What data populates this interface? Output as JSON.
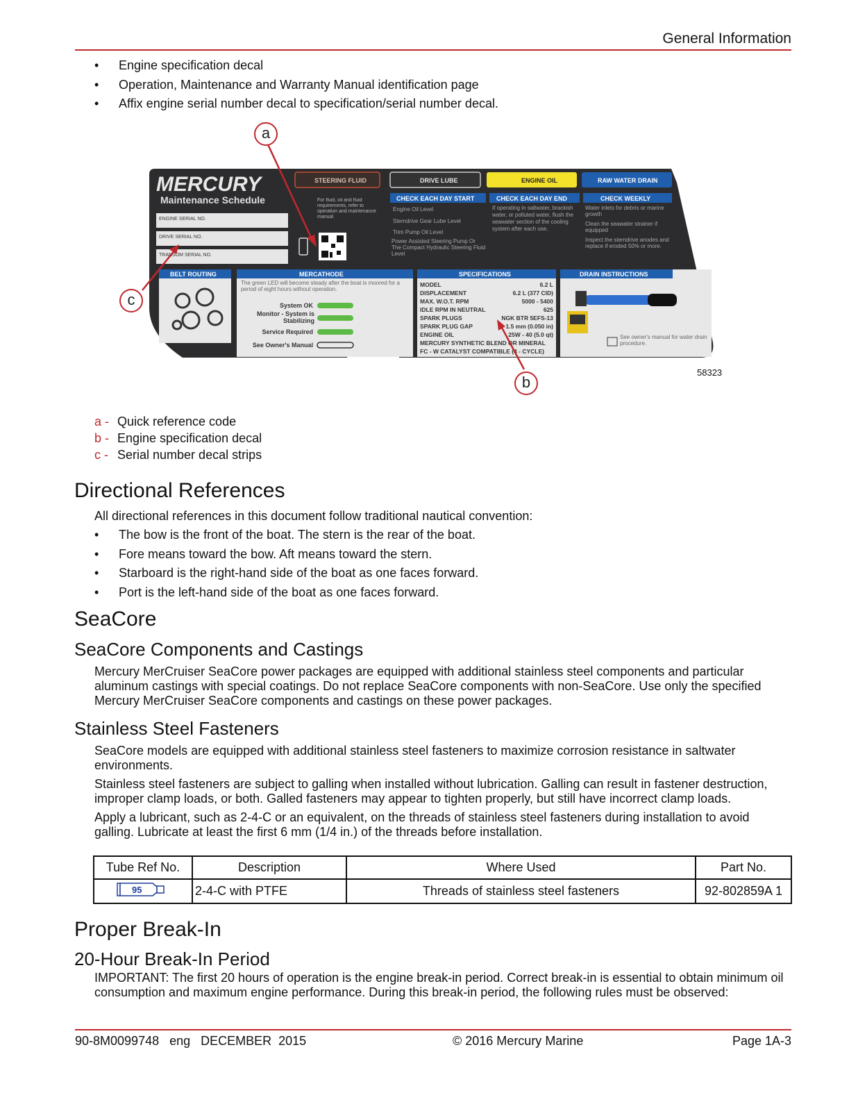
{
  "header": {
    "section_title": "General Information"
  },
  "intro_bullets": [
    "Engine specification decal",
    "Operation, Maintenance and Warranty Manual identification page",
    "Affix engine serial number decal to specification/serial number decal."
  ],
  "figure": {
    "callouts": {
      "a": "a",
      "b": "b",
      "c": "c"
    },
    "figure_number": "58323",
    "decal": {
      "brand": "MERCURY",
      "subtitle": "Maintenance Schedule",
      "serial_fields": [
        "ENGINE SERIAL NO.",
        "DRIVE SERIAL NO.",
        "TRANSOM SERIAL NO."
      ],
      "qr_text": "For fluid, oil and fluid requirements, refer to operation and maintenance manual.",
      "fluids": [
        "STEERING FLUID",
        "DRIVE LUBE",
        "ENGINE OIL",
        "RAW WATER DRAIN"
      ],
      "check_start": {
        "title": "CHECK EACH DAY START",
        "items": [
          "Engine Oil Level",
          "Sterndrive Gear Lube Level",
          "Trim Pump Oil Level",
          "Power Assisted Steering Pump Or The Compact Hydraulic Steering Fluid Level"
        ]
      },
      "check_end": {
        "title": "CHECK EACH DAY END",
        "text": "If operating in saltwater, brackish water, or polluted water, flush the seawater section of the cooling system after each use."
      },
      "check_weekly": {
        "title": "CHECK WEEKLY",
        "items": [
          "Water inlets for debris or marine growth",
          "Clean the seawater strainer if equipped",
          "Inspect the sterndrive anodes and replace if eroded 50% or more."
        ]
      },
      "belt_routing": "BELT ROUTING",
      "mercathode": {
        "title": "MERCATHODE",
        "text": "The green LED will become steady after the boat is moored for a period of eight hours without operation.",
        "rows": [
          "System OK",
          "Monitor - System is Stabilizing",
          "Service Required",
          "See Owner's Manual"
        ]
      },
      "specifications": {
        "title": "SPECIFICATIONS",
        "rows": [
          [
            "MODEL",
            "6.2 L"
          ],
          [
            "DISPLACEMENT",
            "6.2 L (377 CID)"
          ],
          [
            "MAX. W.O.T. RPM",
            "5000 - 5400"
          ],
          [
            "IDLE RPM IN NEUTRAL",
            "625"
          ],
          [
            "SPARK PLUGS",
            "NGK BTR 5EFS-13"
          ],
          [
            "SPARK PLUG GAP",
            "1.5 mm (0.050 in)"
          ],
          [
            "ENGINE OIL",
            "25W - 40 (5.0 qt)"
          ],
          [
            "MERCURY SYNTHETIC BLEND OR MINERAL",
            ""
          ],
          [
            "FC - W CATALYST COMPATIBLE (4 - CYCLE)",
            ""
          ]
        ]
      },
      "drain": {
        "title": "DRAIN INSTRUCTIONS",
        "note": "See owner's manual for water drain procedure."
      }
    }
  },
  "legend": [
    {
      "letter": "a -",
      "text": "Quick reference code"
    },
    {
      "letter": "b -",
      "text": "Engine specification decal"
    },
    {
      "letter": "c -",
      "text": "Serial number decal strips"
    }
  ],
  "directional": {
    "heading": "Directional References",
    "intro": "All directional references in this document follow traditional nautical convention:",
    "bullets": [
      "The bow is the front of the boat. The stern is the rear of the boat.",
      "Fore means toward the bow. Aft means toward the stern.",
      "Starboard is the right-hand side of the boat as one faces forward.",
      "Port is the left-hand side of the boat as one faces forward."
    ]
  },
  "seacore": {
    "heading": "SeaCore",
    "components_heading": "SeaCore Components and Castings",
    "components_text": "Mercury MerCruiser SeaCore power packages are equipped with additional stainless steel components and particular aluminum castings with special coatings. Do not replace SeaCore components with non-SeaCore. Use only the specified Mercury MerCruiser SeaCore components and castings on these power packages.",
    "fasteners_heading": "Stainless Steel Fasteners",
    "fasteners_p1": "SeaCore models are equipped with additional stainless steel fasteners to maximize corrosion resistance in saltwater environments.",
    "fasteners_p2": "Stainless steel fasteners are subject to galling when installed without lubrication. Galling can result in fastener destruction, improper clamp loads, or both. Galled fasteners may appear to tighten properly, but still have incorrect clamp loads.",
    "fasteners_p3": "Apply a lubricant, such as 2-4-C or an equivalent, on the threads of stainless steel fasteners during installation to avoid galling. Lubricate at least the first 6 mm (1/4 in.) of the threads before installation."
  },
  "parts_table": {
    "headers": [
      "Tube Ref No.",
      "Description",
      "Where Used",
      "Part No."
    ],
    "row": {
      "tube_ref": "95",
      "description": "2-4-C with PTFE",
      "where_used": "Threads of stainless steel fasteners",
      "part_no": "92-802859A 1"
    }
  },
  "breakin": {
    "heading": "Proper Break-In",
    "subheading": "20-Hour Break-In Period",
    "important": "IMPORTANT: The first 20 hours of operation is the engine break-in period. Correct break-in is essential to obtain minimum oil consumption and maximum engine performance. During this break-in period, the following rules must be observed:"
  },
  "footer": {
    "doc_number": "90-8M0099748   eng   DECEMBER  2015",
    "copyright": "© 2016 Mercury Marine",
    "page": "Page 1A-3"
  },
  "colors": {
    "accent": "#c0282d",
    "decal_dark": "#2c2c2e",
    "decal_blue": "#1f5fae",
    "engine_oil_yellow": "#f3e12a"
  }
}
